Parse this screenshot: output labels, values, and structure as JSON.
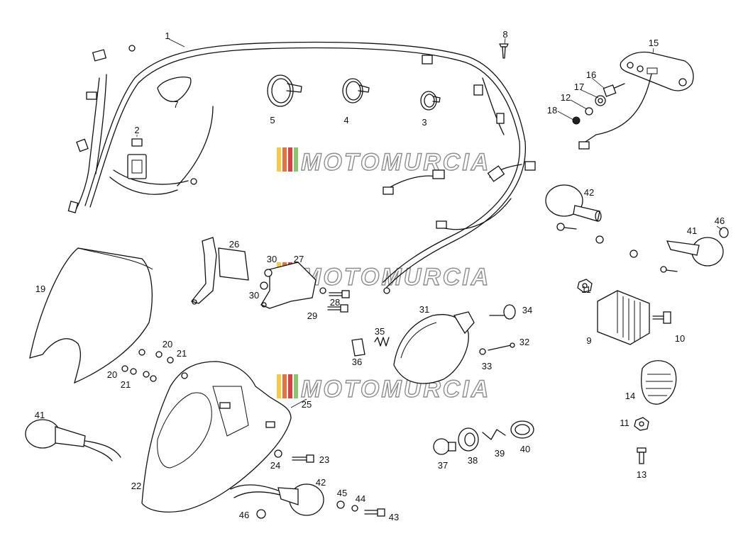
{
  "watermark": {
    "text": "MOTOMURCIA",
    "colors": [
      "#f7c948",
      "#e8733a",
      "#d94040",
      "#8cc66b"
    ]
  },
  "callouts": [
    {
      "id": "1",
      "label": "1"
    },
    {
      "id": "2",
      "label": "2"
    },
    {
      "id": "3",
      "label": "3"
    },
    {
      "id": "4",
      "label": "4"
    },
    {
      "id": "5",
      "label": "5"
    },
    {
      "id": "7",
      "label": "7"
    },
    {
      "id": "8",
      "label": "8"
    },
    {
      "id": "9",
      "label": "9"
    },
    {
      "id": "10",
      "label": "10"
    },
    {
      "id": "11a",
      "label": "11"
    },
    {
      "id": "11b",
      "label": "11"
    },
    {
      "id": "12",
      "label": "12"
    },
    {
      "id": "13",
      "label": "13"
    },
    {
      "id": "14",
      "label": "14"
    },
    {
      "id": "15",
      "label": "15"
    },
    {
      "id": "16",
      "label": "16"
    },
    {
      "id": "17",
      "label": "17"
    },
    {
      "id": "18",
      "label": "18"
    },
    {
      "id": "19",
      "label": "19"
    },
    {
      "id": "20a",
      "label": "20"
    },
    {
      "id": "20b",
      "label": "20"
    },
    {
      "id": "21a",
      "label": "21"
    },
    {
      "id": "21b",
      "label": "21"
    },
    {
      "id": "22",
      "label": "22"
    },
    {
      "id": "23",
      "label": "23"
    },
    {
      "id": "24",
      "label": "24"
    },
    {
      "id": "25",
      "label": "25"
    },
    {
      "id": "26",
      "label": "26"
    },
    {
      "id": "27",
      "label": "27"
    },
    {
      "id": "28",
      "label": "28"
    },
    {
      "id": "29",
      "label": "29"
    },
    {
      "id": "30a",
      "label": "30"
    },
    {
      "id": "30b",
      "label": "30"
    },
    {
      "id": "31",
      "label": "31"
    },
    {
      "id": "32",
      "label": "32"
    },
    {
      "id": "33",
      "label": "33"
    },
    {
      "id": "34",
      "label": "34"
    },
    {
      "id": "35",
      "label": "35"
    },
    {
      "id": "36",
      "label": "36"
    },
    {
      "id": "37",
      "label": "37"
    },
    {
      "id": "38",
      "label": "38"
    },
    {
      "id": "39",
      "label": "39"
    },
    {
      "id": "40",
      "label": "40"
    },
    {
      "id": "41a",
      "label": "41"
    },
    {
      "id": "41b",
      "label": "41"
    },
    {
      "id": "42a",
      "label": "42"
    },
    {
      "id": "42b",
      "label": "42"
    },
    {
      "id": "43",
      "label": "43"
    },
    {
      "id": "44",
      "label": "44"
    },
    {
      "id": "45",
      "label": "45"
    },
    {
      "id": "46a",
      "label": "46"
    },
    {
      "id": "46b",
      "label": "46"
    }
  ]
}
